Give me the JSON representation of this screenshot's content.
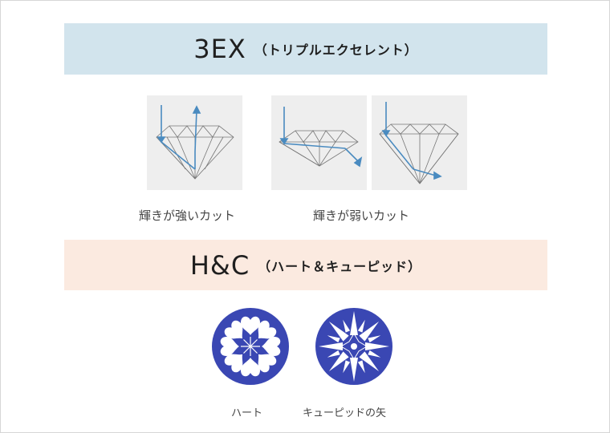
{
  "banner_3ex": {
    "title": "3EX",
    "subtitle": "（トリプルエクセレント）"
  },
  "cut_captions": {
    "strong": "輝きが強いカット",
    "weak": "輝きが弱いカット"
  },
  "banner_hc": {
    "title": "H&C",
    "subtitle": "（ハート＆キューピッド）"
  },
  "pattern_captions": {
    "heart": "ハート",
    "cupid": "キューピッドの矢"
  },
  "colors": {
    "banner_3ex_bg": "#d2e4ed",
    "banner_hc_bg": "#fbeae0",
    "pattern_blue": "#3a47b3",
    "light_path": "#4a8bc0",
    "diamond_bg": "#eeeeee"
  },
  "icons": {
    "diamond_ideal": "diamond-ideal-cut-icon",
    "diamond_shallow": "diamond-shallow-cut-icon",
    "diamond_deep": "diamond-deep-cut-icon",
    "hearts_pattern": "hearts-pattern-icon",
    "arrows_pattern": "arrows-pattern-icon"
  }
}
